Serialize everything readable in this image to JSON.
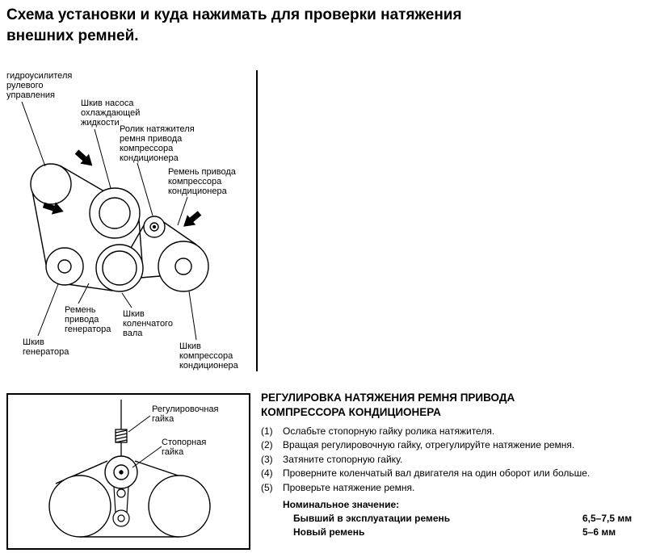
{
  "page": {
    "title": "Схема установки и куда нажимать для проверки натяжения\nвнешних ремней."
  },
  "top_diagram": {
    "labels": {
      "ps_pump": "гидроусилителя\nрулевого\nуправления",
      "coolant_pump": "Шкив насоса\nохлаждающей\nжидкости",
      "tensioner": "Ролик натяжителя\nремня привода\nкомпрессора\nкондиционера",
      "ac_belt": "Ремень привода\nкомпрессора\nкондиционера",
      "alt_belt": "Ремень\nпривода\nгенератора",
      "crankshaft": "Шкив\nколенчатого\nвала",
      "alternator": "Шкив\nгенератора",
      "ac_compressor": "Шкив\nкомпрессора\nкондиционера"
    }
  },
  "bottom_diagram": {
    "labels": {
      "adjusting_nut": "Регулировочная\nгайка",
      "lock_nut": "Стопорная\nгайка"
    }
  },
  "procedure": {
    "heading": "РЕГУЛИРОВКА НАТЯЖЕНИЯ РЕМНЯ ПРИВОДА\nКОМПРЕССОРА КОНДИЦИОНЕРА",
    "steps": [
      {
        "num": "(1)",
        "text": "Ослабьте стопорную гайку ролика натяжителя."
      },
      {
        "num": "(2)",
        "text": "Вращая регулировочную гайку, отрегулируйте натяжение ремня."
      },
      {
        "num": "(3)",
        "text": "Затяните стопорную гайку."
      },
      {
        "num": "(4)",
        "text": "Проверните коленчатый вал двигателя на один оборот или больше."
      },
      {
        "num": "(5)",
        "text": "Проверьте натяжение ремня."
      }
    ],
    "spec_heading": "Номинальное значение:",
    "specs": [
      {
        "label": "Бывший в эксплуатации ремень",
        "value": "6,5–7,5 мм"
      },
      {
        "label": "Новый ремень",
        "value": "5–6 мм"
      }
    ]
  },
  "colors": {
    "ink": "#000000",
    "paper": "#ffffff"
  }
}
